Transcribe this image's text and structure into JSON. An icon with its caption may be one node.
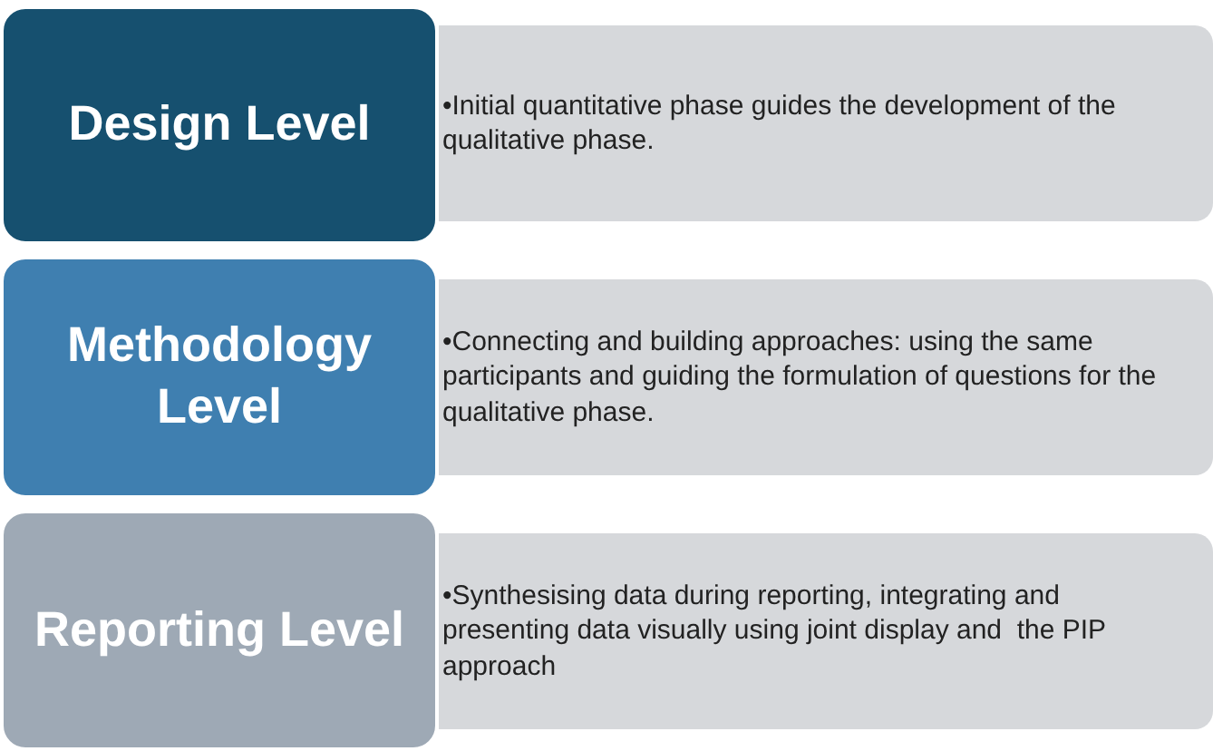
{
  "diagram": {
    "nodes": [
      {
        "text": [
          "Design Level"
        ]
      },
      {
        "text": [
          "•Initial quantitative phase guides the development of the qualitative phase."
        ]
      },
      {
        "text": [
          "Methodology Level"
        ]
      },
      {
        "text": [
          "•Connecting and building approaches: using the same participants and guiding the formulation of questions for the qualitative phase."
        ]
      },
      {
        "text": [
          "Reporting Level"
        ]
      },
      {
        "text": [
          "•Synthesising data during reporting, integrating and presenting data visually using joint display and  the PIP approach"
        ]
      }
    ]
  }
}
